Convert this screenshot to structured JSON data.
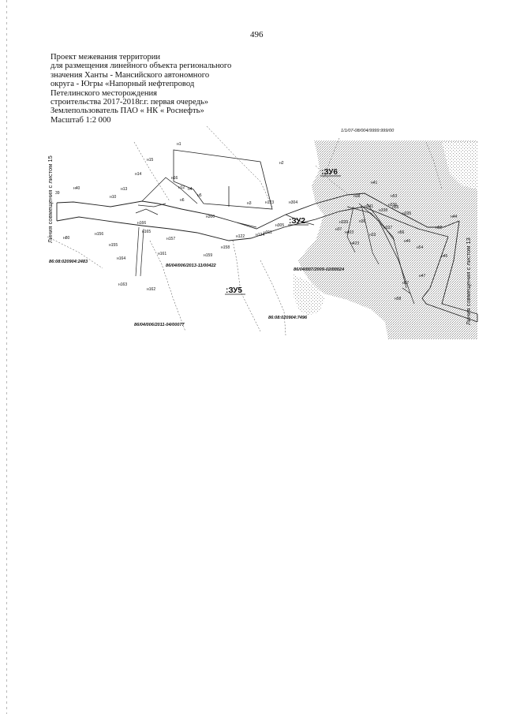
{
  "page_number": "496",
  "header_lines": [
    "Проект межевания территории",
    "для размещения линейного объекта регионального",
    "значения Ханты - Мансийского автономного",
    "округа - Югры «Напорный нефтепровод",
    "Петелинского месторождения",
    "строительства 2017-2018г.г. первая очередь»",
    "Землепользователь ПАО « НК « Роснефть»",
    "Масштаб 1:2 000"
  ],
  "side_labels": {
    "left": "Линия совмещения с листом 15",
    "right": "Линия совмещения с листом 13"
  },
  "zones": [
    ":ЗУ6",
    ":ЗУ2",
    ":ЗУ5"
  ],
  "cadastral_numbers": [
    "86:08:020904:2483",
    "86/04/006/2013-11/00422",
    "86/04/007/2009-02/00024",
    "86:08:020904:7496",
    "86/04/006/2011-04/00077"
  ],
  "top_number": "1/1/07-08/004/9999:999/00",
  "points": [
    "н1",
    "н2",
    "н3",
    "н4",
    "н5",
    "н6",
    "н10",
    "н12",
    "н13",
    "н14",
    "н15",
    "н16",
    "39",
    "н40",
    "н80",
    "н122",
    "н123",
    "н124",
    "н155",
    "н156",
    "н157",
    "н158",
    "н159",
    "н161",
    "н162",
    "н163",
    "н164",
    "н165",
    "н166",
    "н300",
    "н304",
    "н305",
    "н311",
    "н403",
    "н423",
    "н33",
    "н36",
    "н37",
    "н38",
    "н41",
    "н44",
    "н45",
    "н46",
    "н47",
    "н52",
    "н53",
    "н54",
    "н55",
    "н56",
    "н57",
    "н58",
    "н341",
    "н335",
    "н336",
    "н337",
    "н338",
    "н339"
  ],
  "colors": {
    "ink": "#111111",
    "hatch": "#9a9a9a",
    "line": "#222222"
  }
}
